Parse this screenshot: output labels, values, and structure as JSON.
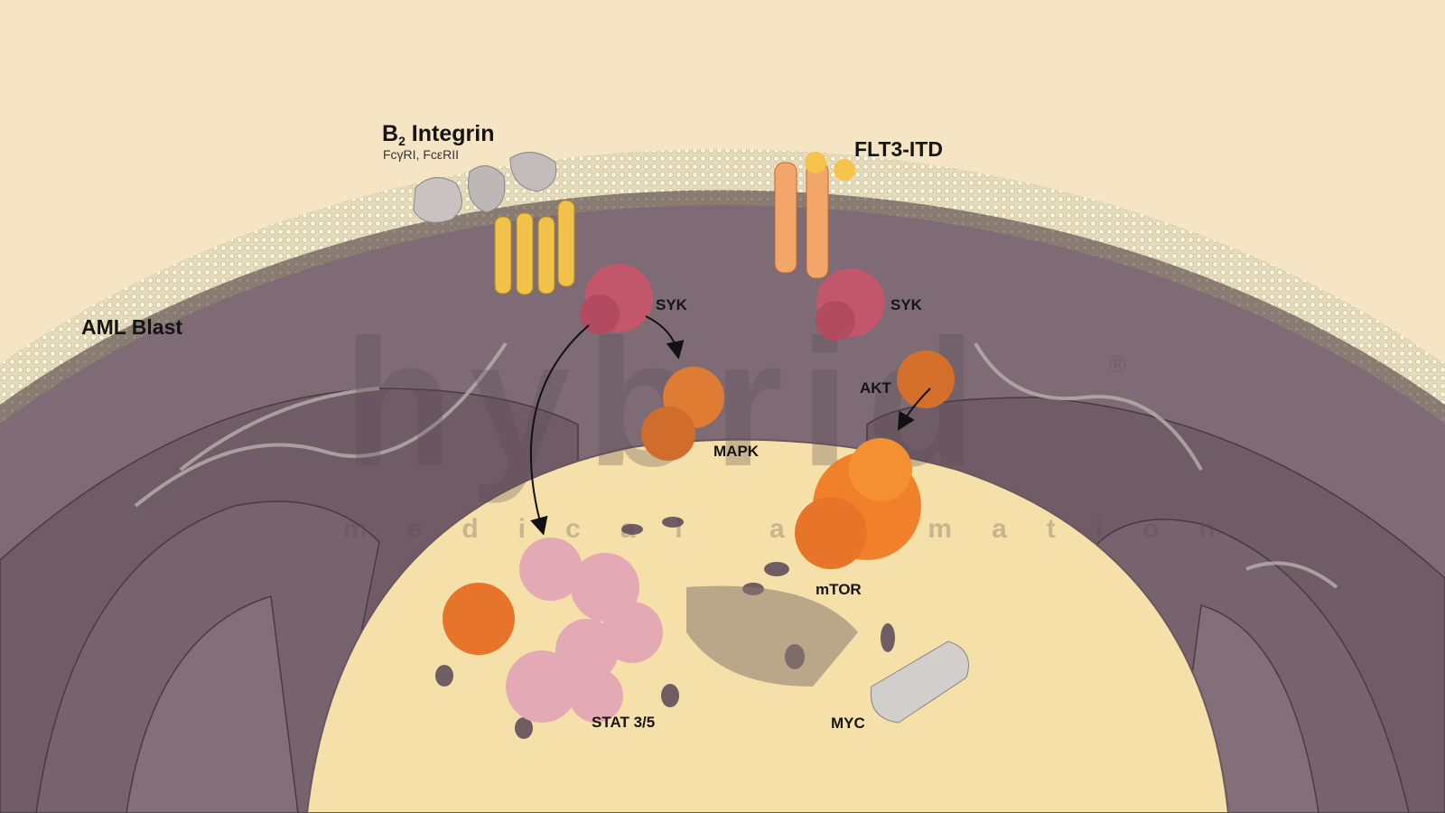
{
  "labels": {
    "aml_blast": "AML Blast",
    "integrin_main": "B",
    "integrin_sub_index": "2",
    "integrin_rest": " Integrin",
    "integrin_receptors": "FcγRI, FcεRII",
    "flt3": "FLT3-ITD",
    "syk_left": "SYK",
    "syk_right": "SYK",
    "akt": "AKT",
    "mapk": "MAPK",
    "mtor": "mTOR",
    "stat": "STAT 3/5",
    "myc": "MYC"
  },
  "watermark": {
    "brand": "hybrid",
    "tagline": "medical animation",
    "mark": "®"
  },
  "colors": {
    "background": "#f6e5c4",
    "membrane": "#e9e2c3",
    "cytoplasm": "#7e6b76",
    "nucleus": "#f4e0a8",
    "kinase_orange": "#e07a2c",
    "syk_red": "#c2566a",
    "stat_pink": "#e3aab5",
    "integrin_yellow": "#f0c24a",
    "flt3_orange": "#f2a66a"
  }
}
